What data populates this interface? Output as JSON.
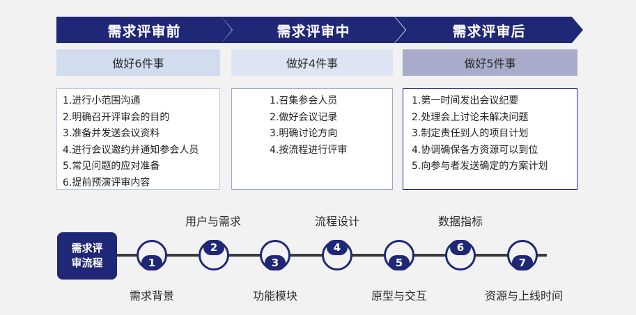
{
  "phases": [
    {
      "title": "需求评审前",
      "subtitle": "做好6件事",
      "items": [
        "1.进行小范围沟通",
        "2.明确召开评审会的目的",
        "3.准备并发送会议资料",
        "4.进行会议邀约并通知参会人员",
        "5.常见问题的应对准备",
        "6.提前预演评审内容"
      ]
    },
    {
      "title": "需求评审中",
      "subtitle": "做好4件事",
      "items": [
        "1.召集参会人员",
        "2.做好会议记录",
        "3.明确讨论方向",
        "4.按流程进行评审"
      ]
    },
    {
      "title": "需求评审后",
      "subtitle": "做好5件事",
      "items": [
        "1.第一时间发出会议纪要",
        "2.处理会上讨论未解决问题",
        "3.制定责任到人的项目计划",
        "4.协调确保各方资源可以到位",
        "5.向参与者发送确定的方案计划"
      ]
    }
  ],
  "timeline": {
    "start_label_line1": "需求评",
    "start_label_line2": "审流程",
    "steps": [
      {
        "num": "1",
        "label": "需求背景"
      },
      {
        "num": "2",
        "label": "用户与需求"
      },
      {
        "num": "3",
        "label": "功能模块"
      },
      {
        "num": "4",
        "label": "流程设计"
      },
      {
        "num": "5",
        "label": "原型与交互"
      },
      {
        "num": "6",
        "label": "数据指标"
      },
      {
        "num": "7",
        "label": "资源与上线时间"
      }
    ]
  },
  "colors": {
    "navy": "#1f2776",
    "band1": "#d1dcee",
    "band2": "#dce5f1",
    "band3": "#a9abcb",
    "border1": "#b7c6e0",
    "border2": "#9aa7c5",
    "border3": "#1f2776"
  }
}
